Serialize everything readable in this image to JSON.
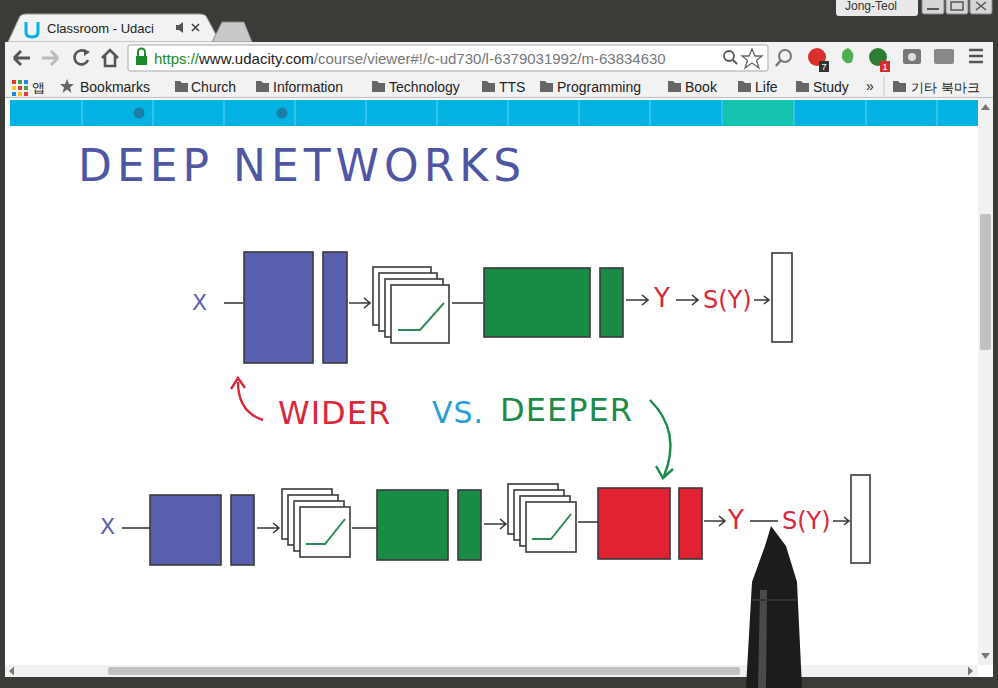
{
  "diagram": {
    "title": "DEEP NETWORKS",
    "labels": [
      "Jong-Teol",
      "Classroom - Udaci",
      "https://",
      "www.udacity.com",
      "/course/viewer#!/c-ud730/l-6379031992/m-63834630",
      "7",
      "1",
      "앱",
      "Bookmarks",
      "Church",
      "Information",
      "Technology",
      "TTS",
      "Programming",
      "Book",
      "Life",
      "Study",
      "»",
      "기타 북마크",
      "X",
      "Y",
      "S(Y)",
      "WIDER",
      "VS.",
      "DEEPER",
      "X",
      "Y",
      "S(Y)"
    ]
  }
}
